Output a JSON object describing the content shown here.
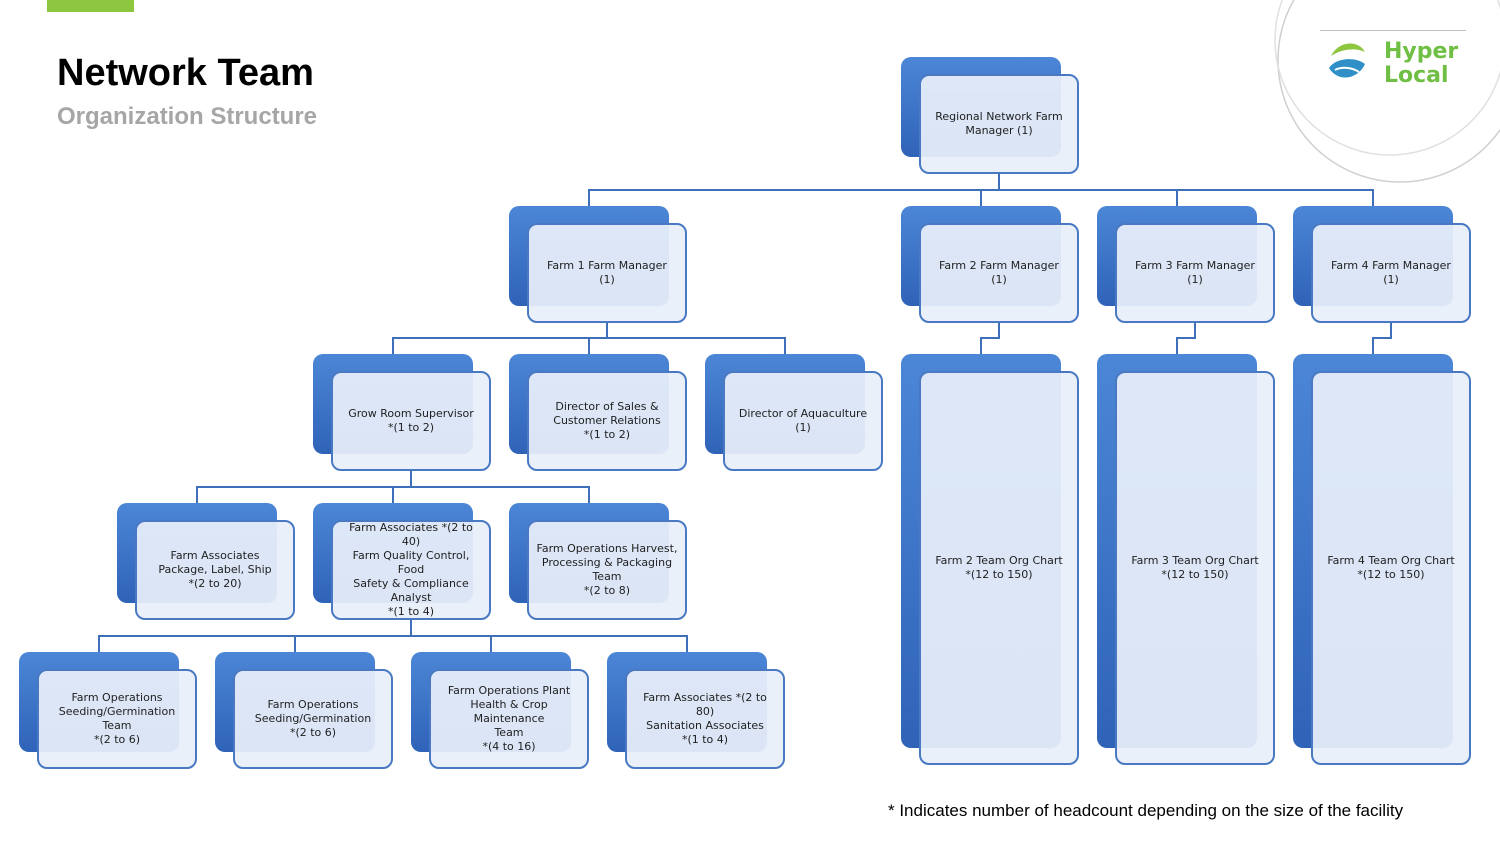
{
  "header": {
    "title": "Network Team",
    "subtitle": "Organization Structure"
  },
  "logo": {
    "line1": "Hyper",
    "line2": "Local",
    "colors": {
      "leaf": "#8dc63f",
      "water": "#2f8fc6"
    }
  },
  "colors": {
    "accent": "#8dc63f",
    "box_dark": "#2f63b8",
    "box_border": "#4a79c4",
    "connector": "#3f6fb8"
  },
  "nodes": [
    {
      "id": "regional",
      "label": "Regional Network  Farm\nManager (1)"
    },
    {
      "id": "farm1",
      "label": "Farm 1 Farm Manager\n(1)"
    },
    {
      "id": "farm2",
      "label": "Farm 2 Farm Manager\n(1)"
    },
    {
      "id": "farm3",
      "label": "Farm 3 Farm Manager\n(1)"
    },
    {
      "id": "farm4",
      "label": "Farm 4 Farm Manager\n(1)"
    },
    {
      "id": "grow",
      "label": "Grow Room Supervisor\n*(1 to 2)"
    },
    {
      "id": "sales",
      "label": "Director of Sales &\nCustomer Relations\n*(1 to 2)"
    },
    {
      "id": "aqua",
      "label": "Director of Aquaculture\n(1)"
    },
    {
      "id": "assoc_pkg",
      "label": "Farm Associates\nPackage, Label, Ship\n*(2 to 20)"
    },
    {
      "id": "assoc_qc",
      "label": "Farm Associates *(2 to 40)\nFarm Quality Control, Food\nSafety & Compliance Analyst\n*(1 to 4)"
    },
    {
      "id": "harvest",
      "label": "Farm Operations Harvest,\nProcessing & Packaging\nTeam\n*(2 to 8)"
    },
    {
      "id": "seed1",
      "label": "Farm Operations\nSeeding/Germination Team\n*(2 to 6)"
    },
    {
      "id": "seed2",
      "label": "Farm Operations\nSeeding/Germination\n*(2 to 6)"
    },
    {
      "id": "plant",
      "label": "Farm Operations Plant\nHealth & Crop Maintenance\nTeam\n*(4 to 16)"
    },
    {
      "id": "sanit",
      "label": "Farm Associates *(2 to 80)\nSanitation Associates\n*(1 to 4)"
    },
    {
      "id": "org2",
      "label": "Farm 2 Team Org Chart\n*(12 to 150)"
    },
    {
      "id": "org3",
      "label": "Farm 3 Team Org Chart\n*(12 to 150)"
    },
    {
      "id": "org4",
      "label": "Farm 4 Team Org Chart\n*(12 to 150)"
    }
  ],
  "edges": [
    [
      "regional",
      "farm1"
    ],
    [
      "regional",
      "farm2"
    ],
    [
      "regional",
      "farm3"
    ],
    [
      "regional",
      "farm4"
    ],
    [
      "farm1",
      "grow"
    ],
    [
      "farm1",
      "sales"
    ],
    [
      "farm1",
      "aqua"
    ],
    [
      "grow",
      "assoc_pkg"
    ],
    [
      "grow",
      "assoc_qc"
    ],
    [
      "grow",
      "harvest"
    ],
    [
      "assoc_qc",
      "seed1"
    ],
    [
      "assoc_qc",
      "seed2"
    ],
    [
      "assoc_qc",
      "plant"
    ],
    [
      "assoc_qc",
      "sanit"
    ],
    [
      "farm2",
      "org2"
    ],
    [
      "farm3",
      "org3"
    ],
    [
      "farm4",
      "org4"
    ]
  ],
  "footnote": "* Indicates number of headcount depending on the size of the facility"
}
